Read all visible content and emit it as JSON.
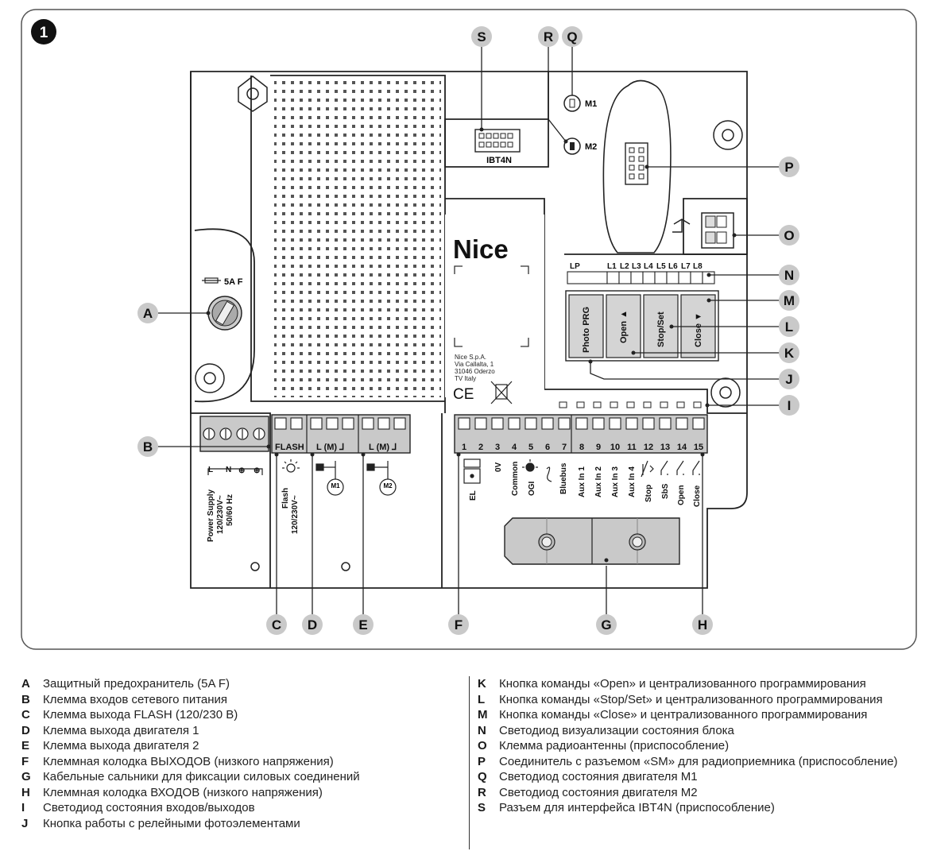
{
  "figure_number": "1",
  "callouts": {
    "A": "A",
    "B": "B",
    "C": "C",
    "D": "D",
    "E": "E",
    "F": "F",
    "G": "G",
    "H": "H",
    "I": "I",
    "J": "J",
    "K": "K",
    "L": "L",
    "M": "M",
    "N": "N",
    "O": "O",
    "P": "P",
    "Q": "Q",
    "R": "R",
    "S": "S"
  },
  "board": {
    "brand": "Nice",
    "company_lines": [
      "Nice S.p.A.",
      "Via Callalta, 1",
      "31046 Oderzo",
      "TV Italy"
    ],
    "ce_mark": "CE",
    "fuse_label": "5A F",
    "ibt_label": "IBT4N",
    "m1_led": "M1",
    "m2_led": "M2",
    "flash_header": "FLASH",
    "motor1_header": "L (M) ⅃",
    "motor2_header": "L (M) ⅃",
    "motor1_symbol": "M1",
    "motor2_symbol": "M2",
    "power_terms": [
      "L",
      "N",
      "⊕",
      "⊕"
    ],
    "power_supply_lines": [
      "Power Supply",
      "120/230V~",
      "50/60 Hz"
    ],
    "flash_lines": [
      "Flash",
      "120/230V~"
    ],
    "led_labels": [
      "LP",
      "L1",
      "L2",
      "L3",
      "L4",
      "L5",
      "L6",
      "L7",
      "L8"
    ],
    "buttons": [
      "Photo PRG",
      "Open ▲",
      "Stop/Set",
      "Close ▼"
    ],
    "terminal_numbers": [
      "1",
      "2",
      "3",
      "4",
      "5",
      "6",
      "7",
      "8",
      "9",
      "10",
      "11",
      "12",
      "13",
      "14",
      "15"
    ],
    "terminal_labels": [
      "EL",
      "0V",
      "Common",
      "OGI",
      "Bluebus",
      "Aux In 1",
      "Aux In 2",
      "Aux In 3",
      "Aux In 4",
      "Stop",
      "SbS",
      "Open",
      "Close"
    ]
  },
  "legend_left": [
    {
      "key": "A",
      "text": "Защитный предохранитель (5A F)"
    },
    {
      "key": "B",
      "text": "Клемма входов сетевого питания"
    },
    {
      "key": "C",
      "text": "Клемма выхода FLASH (120/230 В)"
    },
    {
      "key": "D",
      "text": "Клемма выхода двигателя 1"
    },
    {
      "key": "E",
      "text": "Клемма выхода двигателя 2"
    },
    {
      "key": "F",
      "text": "Клеммная колодка ВЫХОДОВ (низкого напряжения)"
    },
    {
      "key": "G",
      "text": "Кабельные сальники для фиксации силовых соединений"
    },
    {
      "key": "H",
      "text": "Клеммная колодка ВХОДОВ (низкого напряжения)"
    },
    {
      "key": "I",
      "text": "Светодиод состояния входов/выходов"
    },
    {
      "key": "J",
      "text": "Кнопка работы с релейными фотоэлементами"
    }
  ],
  "legend_right": [
    {
      "key": "K",
      "text": "Кнопка команды «Open» и централизованного программирования"
    },
    {
      "key": "L",
      "text": "Кнопка команды «Stop/Set» и централизованного программирования"
    },
    {
      "key": "M",
      "text": "Кнопка команды «Close» и централизованного программирования"
    },
    {
      "key": "N",
      "text": "Светодиод визуализации состояния блока"
    },
    {
      "key": "O",
      "text": "Клемма радиоантенны (приспособление)"
    },
    {
      "key": "P",
      "text": "Соединитель с разъемом «SM» для радиоприемника (приспособление)"
    },
    {
      "key": "Q",
      "text": "Светодиод состояния двигателя M1"
    },
    {
      "key": "R",
      "text": "Светодиод состояния двигателя M2"
    },
    {
      "key": "S",
      "text": "Разъем для интерфейса IBT4N (приспособление)"
    }
  ]
}
